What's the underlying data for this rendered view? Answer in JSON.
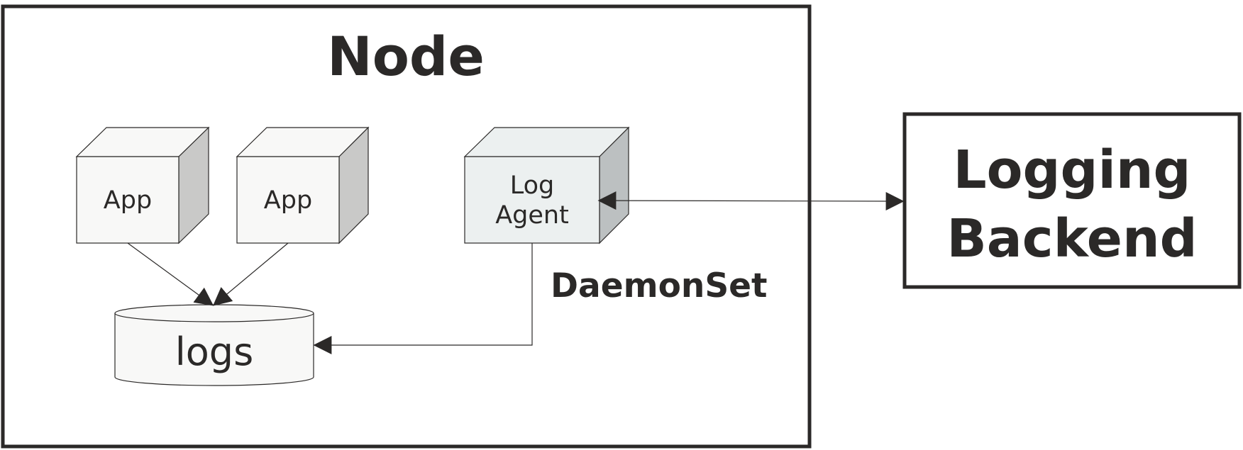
{
  "node": {
    "title": "Node"
  },
  "apps": [
    {
      "label": "App"
    },
    {
      "label": "App"
    }
  ],
  "agent": {
    "line1": "Log",
    "line2": "Agent"
  },
  "daemonset": {
    "label": "DaemonSet"
  },
  "storage": {
    "label": "logs"
  },
  "backend": {
    "line1": "Logging",
    "line2": "Backend"
  },
  "colors": {
    "stroke": "#2b2928",
    "cube_face": "#f8f8f7",
    "cube_top": "#f8f8f7",
    "cube_side": "#c9c9c8",
    "agent_face": "#ecf0f0",
    "agent_side": "#bcc0c1"
  }
}
